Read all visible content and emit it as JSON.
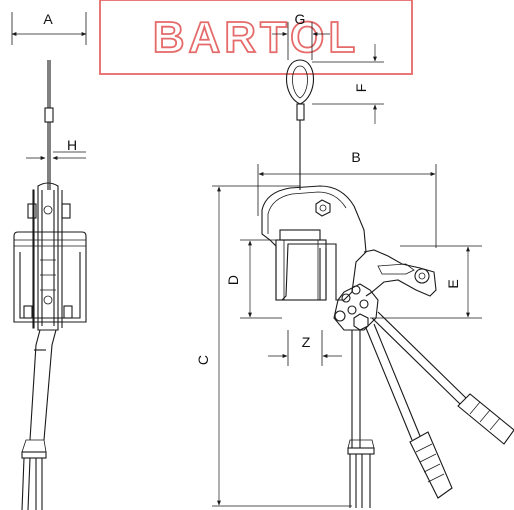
{
  "logo": {
    "text": "BARTOL",
    "color": "#e56a6a"
  },
  "dimensions": {
    "A": "A",
    "B": "B",
    "C": "C",
    "D": "D",
    "E": "E",
    "F": "F",
    "G": "G",
    "H": "H",
    "Z": "Z"
  }
}
